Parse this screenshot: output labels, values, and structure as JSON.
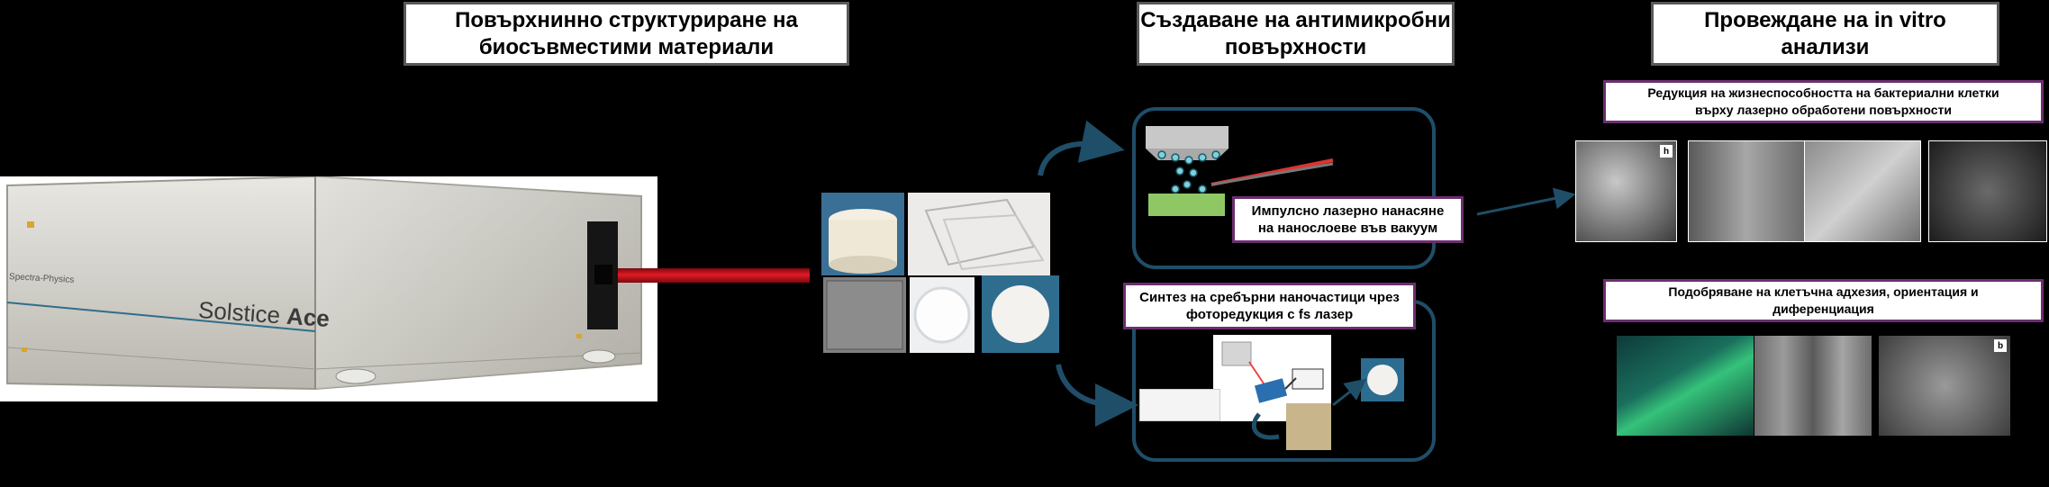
{
  "headers": {
    "left": [
      "Повърхнинно структуриране на",
      "биосъвместими материали"
    ],
    "middle": [
      "Създаване на антимикробни",
      "повърхности"
    ],
    "right": [
      "Провеждане на in vitro",
      "анализи"
    ]
  },
  "laser": {
    "brand": "Solstice",
    "model": "Ace",
    "maker": "Spectra-Physics"
  },
  "boxes": {
    "pld": [
      "Импулсно лазерно нанасяне",
      "на нанослоеве във вакуум"
    ],
    "synthesis": [
      "Синтез на сребърни наночастици чрез",
      "фоторедукция с fs лазер"
    ],
    "viability": [
      "Редукция на жизнеспособността на бактериални клетки",
      "върху лазерно обработени повърхности"
    ],
    "adhesion": [
      "Подобряване на клетъчна адхезия, ориентация и",
      "диференциация"
    ]
  },
  "panel_labels": {
    "viability_h": "h",
    "adhesion_b": "b"
  },
  "colors": {
    "background": "#000000",
    "arrow": "#1f4e68",
    "box_border_purple": "#6b2f6f",
    "header_border": "#595959",
    "laser_beam": "#d0101a"
  }
}
